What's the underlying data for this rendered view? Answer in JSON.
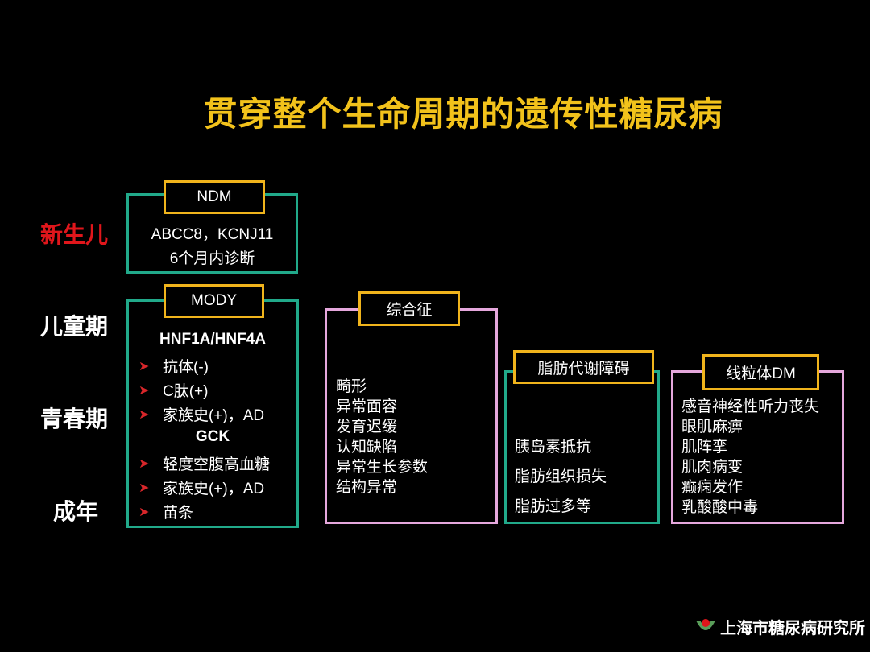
{
  "title": "贯穿整个生命周期的遗传性糖尿病",
  "stages": [
    "新生儿",
    "儿童期",
    "青春期",
    "成年"
  ],
  "ndm": {
    "label": "NDM",
    "lines": [
      "ABCC8，KCNJ11",
      "6个月内诊断"
    ]
  },
  "mody": {
    "label": "MODY",
    "group1": "HNF1A/HNF4A",
    "items1": [
      "抗体(-)",
      "C肽(+)",
      "家族史(+)，AD"
    ],
    "group2": "GCK",
    "items2": [
      "轻度空腹高血糖",
      "家族史(+)，AD",
      "苗条"
    ]
  },
  "syndrome": {
    "label": "综合征",
    "items": [
      "畸形",
      "异常面容",
      "发育迟缓",
      "认知缺陷",
      "异常生长参数",
      "结构异常"
    ]
  },
  "lipid": {
    "label": "脂肪代谢障碍",
    "items": [
      "胰岛素抵抗",
      "脂肪组织损失",
      "脂肪过多等"
    ]
  },
  "mito": {
    "label": "线粒体DM",
    "items": [
      "感音神经性听力丧失",
      "眼肌麻痹",
      "肌阵挛",
      "肌肉病变",
      "癫痫发作",
      "乳酸酸中毒"
    ]
  },
  "footer": {
    "org": "上海市糖尿病研究所"
  },
  "colors": {
    "title": "#f2c21b",
    "green": "#21a98a",
    "pink": "#e5a7dc",
    "tag": "#f0b41c",
    "red": "#e0161b"
  }
}
